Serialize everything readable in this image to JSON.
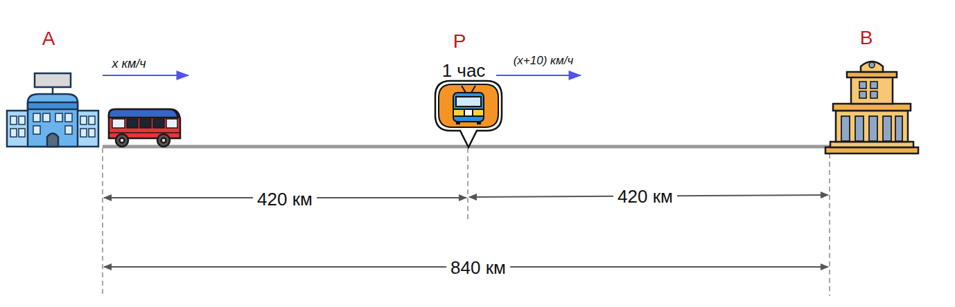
{
  "diagram": {
    "labels": [
      "A",
      "x км/ч",
      "P",
      "1 час",
      "(x+10) км/ч",
      "B",
      "420 км",
      "420 км",
      "840 км"
    ]
  }
}
